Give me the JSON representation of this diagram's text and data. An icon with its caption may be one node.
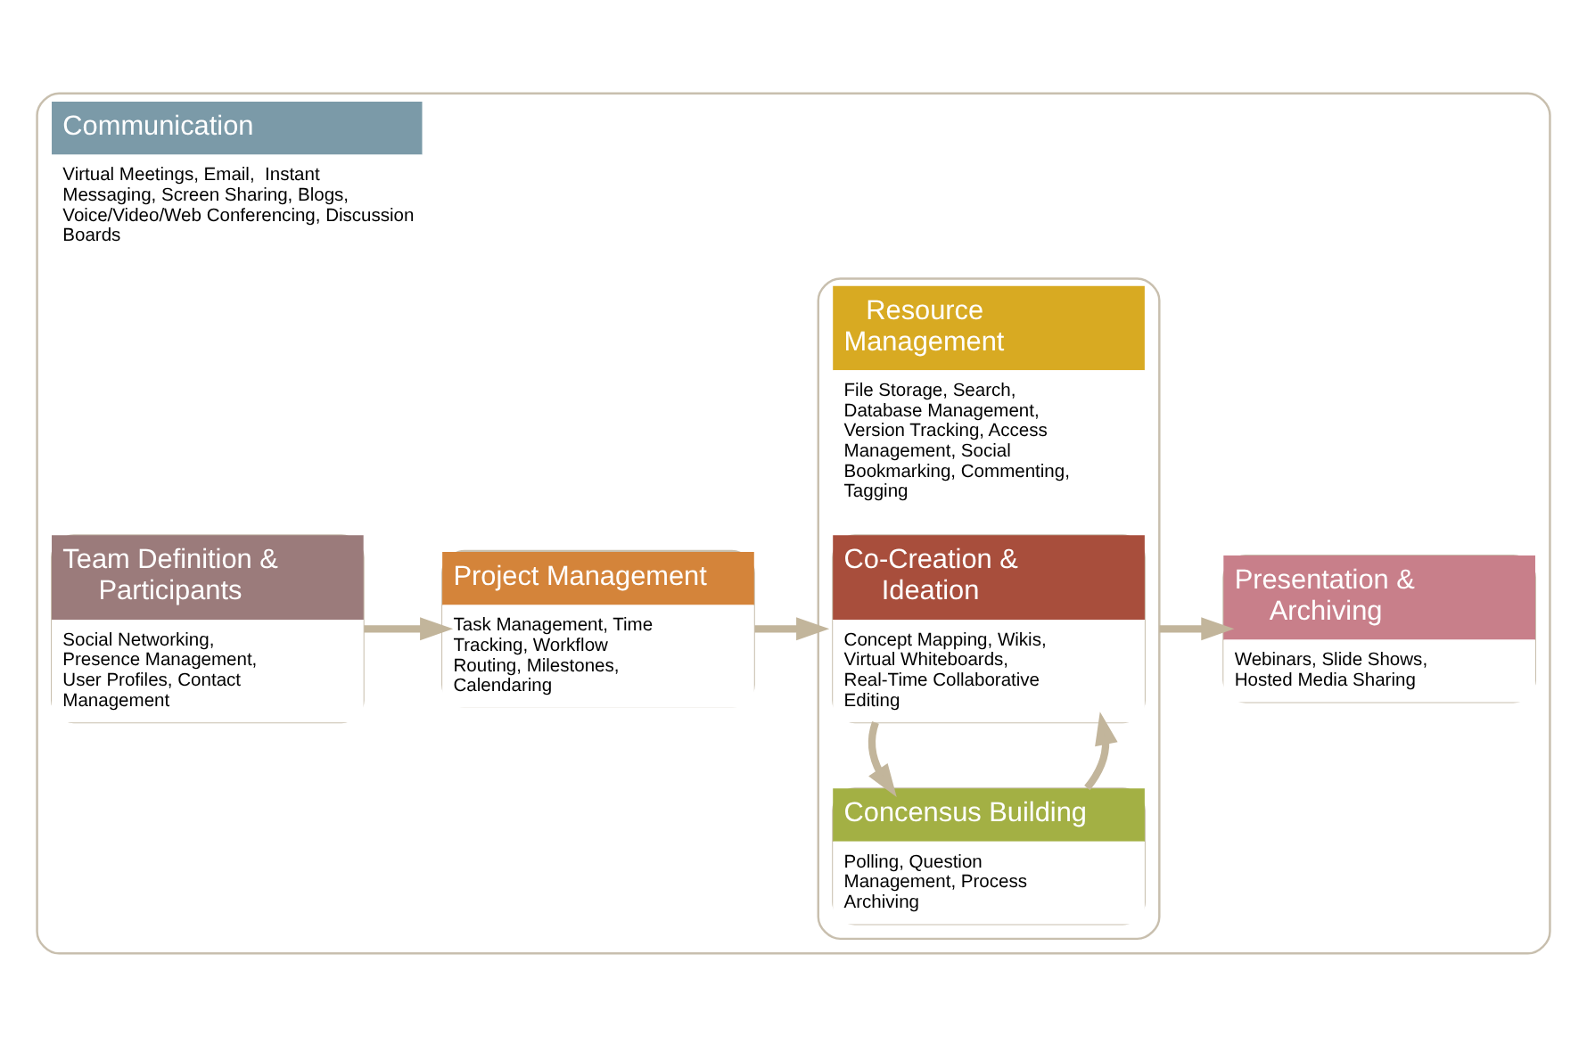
{
  "diagram": {
    "nodes": [
      {
        "text": [
          "Communication",
          "Virtual Meetings, Email,  Instant Messaging, Screen Sharing, Blogs, Voice/Video/Web Conferencing, Discussion Boards"
        ]
      },
      {
        "text": [
          "Team Definition & Participants",
          "Social Networking, Presence Management, User Profiles, Contact Management"
        ],
        "in": 0
      },
      {
        "text": [
          "Project Management",
          "Task Management, Time Tracking, Workflow Routing, Milestones, Calendaring"
        ],
        "in": 0
      },
      {
        "text": [
          "Resource Management",
          "File Storage, Search, Database Management, Version Tracking, Access Management, Social Bookmarking, Commenting, Tagging"
        ],
        "in": 0
      },
      {
        "text": [
          "Co-Creation & Ideation",
          "Concept Mapping, Wikis, Virtual Whiteboards, Real-Time Collaborative Editing"
        ],
        "in": 3
      },
      {
        "text": [
          "Concensus Building",
          "Polling, Question Management, Process Archiving"
        ],
        "in": 3
      },
      {
        "text": [
          "Presentation & Archiving",
          "Webinars, Slide Shows, Hosted Media Sharing"
        ],
        "in": 0
      }
    ],
    "edges": [
      {
        "from": 1,
        "to": 2,
        "arrow": "to"
      },
      {
        "from": 2,
        "to": 3,
        "arrow": "to"
      },
      {
        "from": 5,
        "to": 4,
        "arrow": "to"
      },
      {
        "from": 4,
        "to": 5,
        "arrow": "to"
      },
      {
        "from": 3,
        "to": 6,
        "arrow": "to"
      }
    ]
  }
}
